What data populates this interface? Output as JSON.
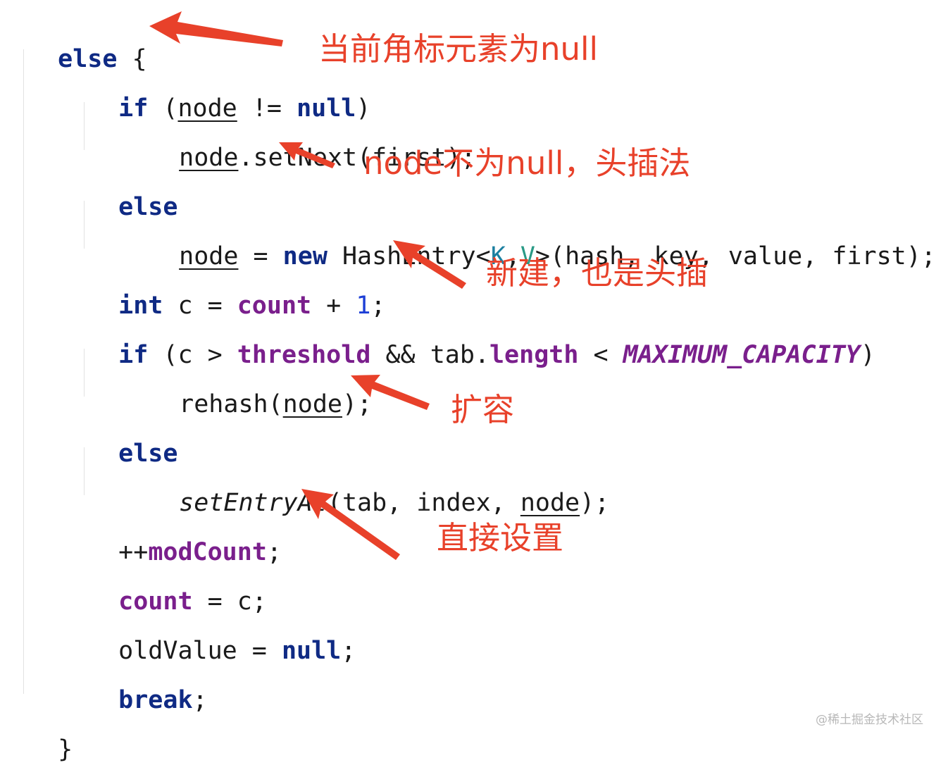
{
  "code": {
    "l1_else": "else",
    "l1_brace": " {",
    "l2_if": "if",
    "l2_open": " (",
    "l2_node": "node",
    "l2_ne": " != ",
    "l2_null": "null",
    "l2_close": ")",
    "l3_node": "node",
    "l3_rest": ".setNext(first);",
    "l4_else": "else",
    "l5_node": "node",
    "l5_eq": " = ",
    "l5_new": "new",
    "l5_cls": " HashEntry<",
    "l5_k": "K",
    "l5_comma": ",",
    "l5_v": "V",
    "l5_rest": ">(hash, key, value, first);",
    "l6_int": "int",
    "l6_c": " c = ",
    "l6_count": "count",
    "l6_plus": " + ",
    "l6_one": "1",
    "l6_semi": ";",
    "l7_if": "if",
    "l7_c": " (c > ",
    "l7_threshold": "threshold",
    "l7_and": " && tab.",
    "l7_length": "length",
    "l7_lt": " < ",
    "l7_max": "MAXIMUM_CAPACITY",
    "l7_close": ")",
    "l8_rehash": "rehash(",
    "l8_node": "node",
    "l8_end": ");",
    "l9_else": "else",
    "l10_set": "setEntryAt",
    "l10_args": "(tab, index, ",
    "l10_node": "node",
    "l10_end": ");",
    "l11_pp": "++",
    "l11_mod": "modCount",
    "l11_semi": ";",
    "l12_count": "count",
    "l12_rest": " = c;",
    "l13_old": "oldValue = ",
    "l13_null": "null",
    "l13_semi": ";",
    "l14_break": "break",
    "l14_semi": ";",
    "l15_brace": "}"
  },
  "annotations": {
    "a1": "当前角标元素为null",
    "a2": "node不为null，头插法",
    "a3": "新建，也是头插",
    "a4": "扩容",
    "a5": "直接设置"
  },
  "watermark": "@稀土掘金技术社区",
  "colors": {
    "keyword": "#0f2a84",
    "field": "#7a1f8c",
    "number": "#1d3fd6",
    "annotation": "#e8412a",
    "text": "#1a1a1a"
  }
}
